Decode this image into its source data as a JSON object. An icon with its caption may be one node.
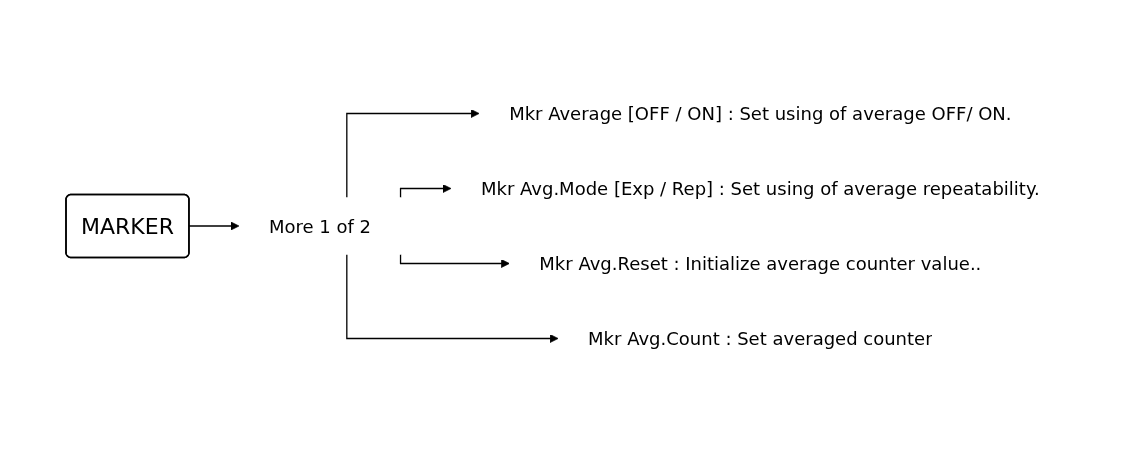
{
  "diagram": {
    "nodes": [
      {
        "text": [
          "MARKER"
        ]
      },
      {
        "text": [
          "More 1 of 2"
        ]
      },
      {
        "text": [
          "Mkr Average [OFF / ON] : Set using of average OFF/ ON."
        ]
      },
      {
        "text": [
          "Mkr Avg.Mode [Exp / Rep] : Set using of average repeatability."
        ]
      },
      {
        "text": [
          "Mkr Avg.Reset : Initialize average counter value.."
        ]
      },
      {
        "text": [
          "Mkr Avg.Count : Set averaged counter"
        ]
      }
    ],
    "edges": [
      {
        "from": 0,
        "to": 1,
        "arrow": "to"
      },
      {
        "from": 1,
        "to": 2,
        "arrow": "to"
      },
      {
        "from": 1,
        "to": 3,
        "arrow": "to"
      },
      {
        "from": 1,
        "to": 4,
        "arrow": "to"
      },
      {
        "from": 1,
        "to": 5,
        "arrow": "to"
      }
    ]
  }
}
